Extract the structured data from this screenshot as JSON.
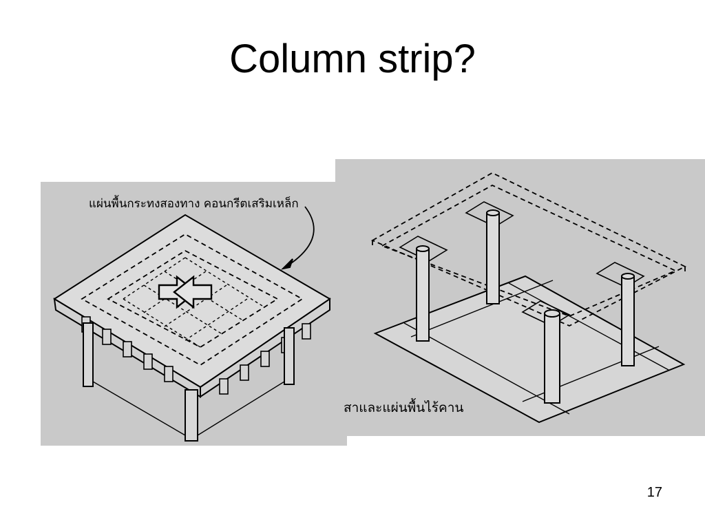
{
  "slide": {
    "title": "Column strip?",
    "page_number": "17"
  },
  "figures": [
    {
      "label": "แผ่นพื้นกระทงสองทาง คอนกรีตเสริมเหล็ก"
    },
    {
      "label": "สาและแผ่นพื้นไร้คาน"
    }
  ]
}
